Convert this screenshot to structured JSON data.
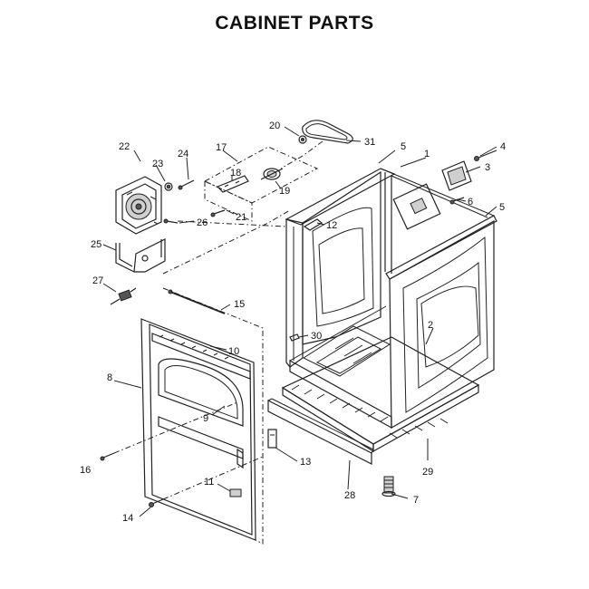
{
  "title": "CABINET PARTS",
  "callouts": [
    "1",
    "2",
    "3",
    "4",
    "5",
    "5",
    "6",
    "7",
    "8",
    "9",
    "10",
    "11",
    "12",
    "13",
    "14",
    "15",
    "16",
    "17",
    "18",
    "19",
    "20",
    "21",
    "22",
    "23",
    "24",
    "26",
    "27",
    "25",
    "28",
    "29",
    "30",
    "31"
  ]
}
